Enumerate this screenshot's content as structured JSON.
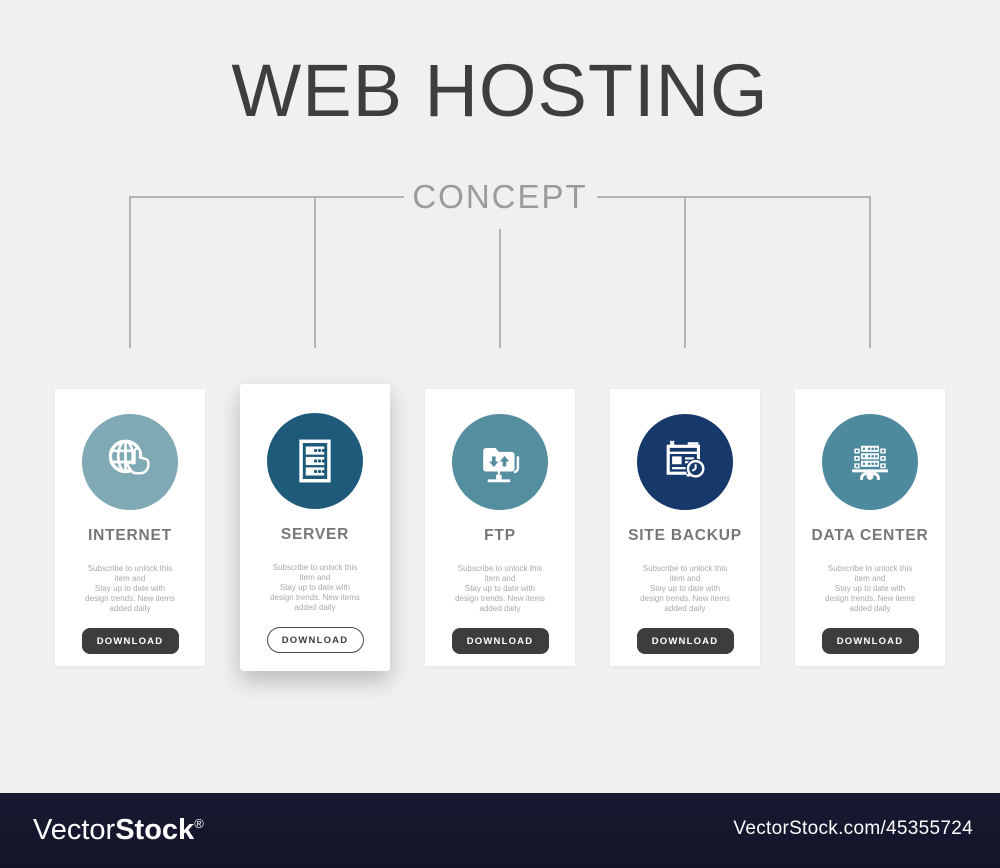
{
  "header": {
    "title": "WEB HOSTING",
    "subtitle": "CONCEPT"
  },
  "cards": [
    {
      "title": "INTERNET",
      "icon": "internet-globe-pointer-icon",
      "circle_color": "#7fa9b4",
      "description_lines": [
        "Subscribe to unlock this",
        "item and",
        "Stay up to date with",
        "design trends. New items",
        "added daily"
      ],
      "button_label": "DOWNLOAD",
      "button_style": "filled"
    },
    {
      "title": "SERVER",
      "icon": "server-rack-icon",
      "circle_color": "#1e5a7a",
      "description_lines": [
        "Subscribe to unlock this",
        "item and",
        "Stay up to date with",
        "design trends. New items",
        "added daily"
      ],
      "button_label": "DOWNLOAD",
      "button_style": "outline"
    },
    {
      "title": "FTP",
      "icon": "ftp-folder-transfer-icon",
      "circle_color": "#548e9f",
      "description_lines": [
        "Subscribe to unlock this",
        "item and",
        "Stay up to date with",
        "design trends. New items",
        "added daily"
      ],
      "button_label": "DOWNLOAD",
      "button_style": "filled"
    },
    {
      "title": "SITE BACKUP",
      "icon": "browser-backup-clock-icon",
      "circle_color": "#17386a",
      "description_lines": [
        "Subscribe to unlock this",
        "item and",
        "Stay up to date with",
        "design trends. New items",
        "added daily"
      ],
      "button_label": "DOWNLOAD",
      "button_style": "filled"
    },
    {
      "title": "DATA CENTER",
      "icon": "data-center-servers-icon",
      "circle_color": "#4e8a9d",
      "description_lines": [
        "Subscribe to unlock this",
        "item and",
        "Stay up to date with",
        "design trends. New items",
        "added daily"
      ],
      "button_label": "DOWNLOAD",
      "button_style": "filled"
    }
  ],
  "watermark": {
    "brand_light": "Vector",
    "brand_bold": "Stock",
    "registered_mark": "®",
    "url": "VectorStock.com/45355724"
  },
  "colors": {
    "background": "#f0f0ef",
    "card_background": "#ffffff",
    "connector_line": "#b4b4b7",
    "title_text": "#3d3e40",
    "subtitle_text": "#9b9b9e",
    "card_title_text": "#76777a",
    "description_text": "#a8a9ab",
    "button_fill": "#3d3d3f",
    "button_text": "#ffffff",
    "circle_colors": [
      "#7fa9b4",
      "#1e5a7a",
      "#548e9f",
      "#17386a",
      "#4e8a9d"
    ],
    "watermark_bar": "#171830"
  }
}
